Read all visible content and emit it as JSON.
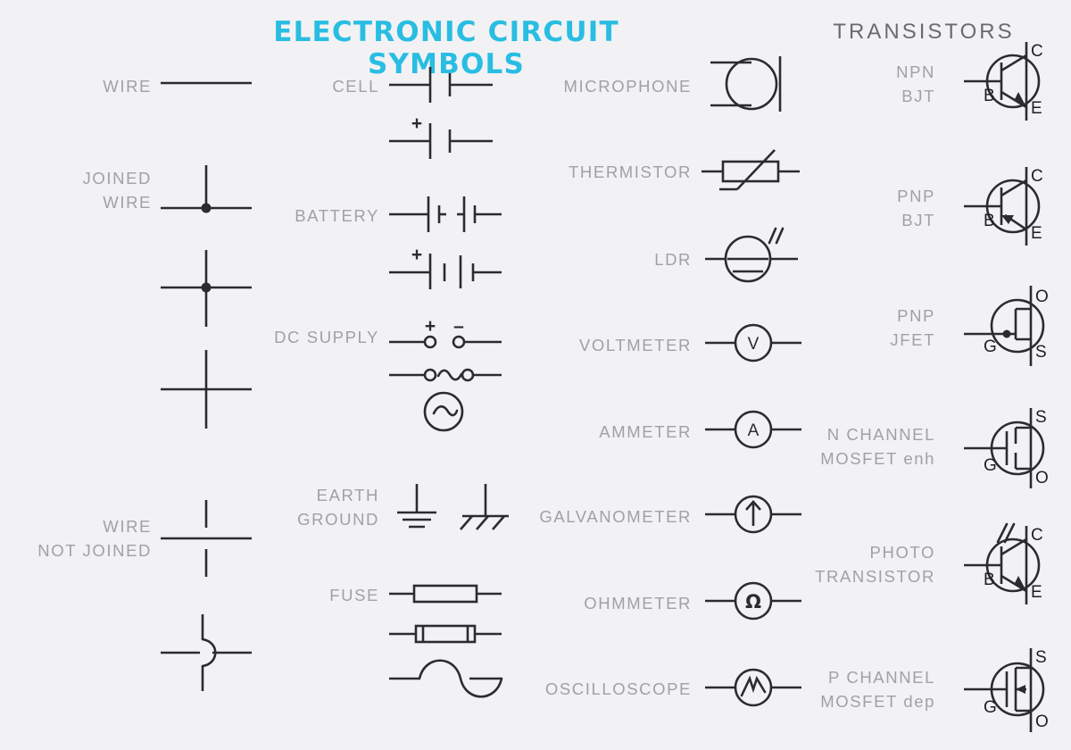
{
  "page": {
    "title": "ELECTRONIC CIRCUIT SYMBOLS",
    "background_color": "#f2f2f4",
    "title_color": "#29bde2",
    "label_color": "#a0a0a8",
    "symbol_color": "#2b2b30"
  },
  "columns": [
    {
      "name": "wires",
      "items": [
        {
          "label": "WIRE",
          "symbol": "wire-straight"
        },
        {
          "label": "JOINED\nWIRE",
          "symbol": "wire-joined-tee"
        },
        {
          "label": "",
          "symbol": "wire-joined-cross"
        },
        {
          "label": "",
          "symbol": "wire-crossing-plain"
        },
        {
          "label": "WIRE\nNOT JOINED",
          "symbol": "wire-not-joined-gap"
        },
        {
          "label": "",
          "symbol": "wire-not-joined-hop"
        }
      ]
    },
    {
      "name": "power-sources",
      "items": [
        {
          "label": "CELL",
          "symbol": "cell"
        },
        {
          "label": "",
          "symbol": "cell-polarised",
          "marks": [
            "+"
          ]
        },
        {
          "label": "BATTERY",
          "symbol": "battery",
          "marks": [
            "-"
          ]
        },
        {
          "label": "",
          "symbol": "battery-polarised",
          "marks": [
            "+"
          ]
        },
        {
          "label": "DC SUPPLY",
          "symbol": "dc-supply-terminals",
          "marks": [
            "+",
            "–"
          ]
        },
        {
          "label": "",
          "symbol": "ac-supply-terminals"
        },
        {
          "label": "",
          "symbol": "ac-source-circle"
        },
        {
          "label": "EARTH\nGROUND",
          "symbol": "earth-ground"
        },
        {
          "label": "",
          "symbol": "chassis-ground"
        },
        {
          "label": "FUSE",
          "symbol": "fuse-rect"
        },
        {
          "label": "",
          "symbol": "fuse-cartridge"
        },
        {
          "label": "",
          "symbol": "fuse-wavy"
        }
      ]
    },
    {
      "name": "transducers-meters",
      "items": [
        {
          "label": "MICROPHONE",
          "symbol": "microphone"
        },
        {
          "label": "THERMISTOR",
          "symbol": "thermistor"
        },
        {
          "label": "LDR",
          "symbol": "ldr"
        },
        {
          "label": "VOLTMETER",
          "symbol": "meter-circle",
          "glyph": "V"
        },
        {
          "label": "AMMETER",
          "symbol": "meter-circle",
          "glyph": "A"
        },
        {
          "label": "GALVANOMETER",
          "symbol": "meter-arrow",
          "glyph": "↑"
        },
        {
          "label": "OHMMETER",
          "symbol": "meter-circle",
          "glyph": "Ω"
        },
        {
          "label": "OSCILLOSCOPE",
          "symbol": "meter-wave",
          "glyph": "zigzag"
        }
      ]
    },
    {
      "name": "transistors",
      "heading": "TRANSISTORS",
      "items": [
        {
          "label": "NPN\nBJT",
          "symbol": "npn-bjt",
          "pins": [
            "C",
            "B",
            "E"
          ]
        },
        {
          "label": "PNP\nBJT",
          "symbol": "pnp-bjt",
          "pins": [
            "C",
            "B",
            "E"
          ]
        },
        {
          "label": "PNP\nJFET",
          "symbol": "pnp-jfet",
          "pins": [
            "O",
            "G",
            "S"
          ]
        },
        {
          "label": "N CHANNEL\nMOSFET enh",
          "symbol": "n-mosfet-enh",
          "pins": [
            "S",
            "G",
            "O"
          ]
        },
        {
          "label": "PHOTO\nTRANSISTOR",
          "symbol": "photo-transistor",
          "pins": [
            "C",
            "B",
            "E"
          ]
        },
        {
          "label": "P CHANNEL\nMOSFET dep",
          "symbol": "p-mosfet-dep",
          "pins": [
            "S",
            "G",
            "O"
          ]
        }
      ]
    }
  ]
}
